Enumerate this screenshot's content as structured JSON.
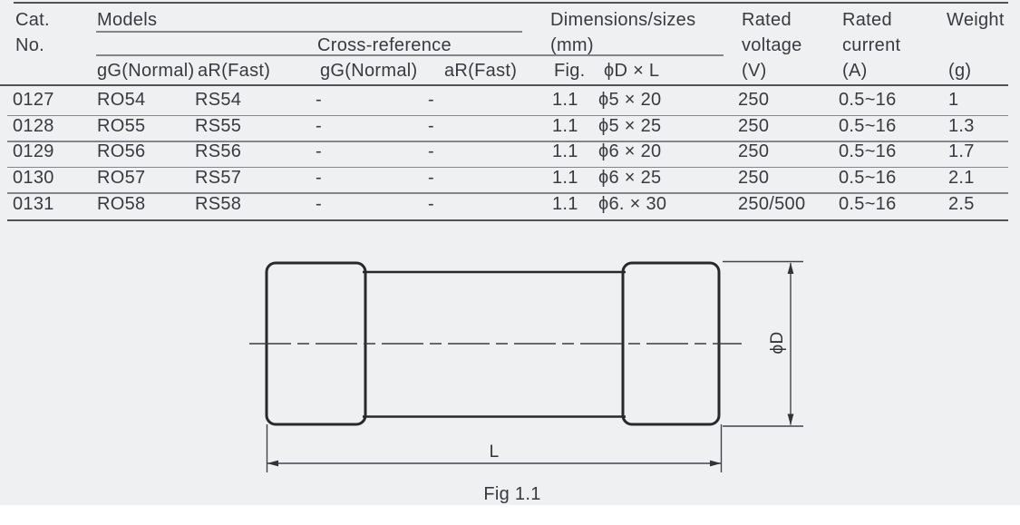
{
  "colors": {
    "background": "#eef0f1",
    "footer_strip": "#ffffff",
    "text": "#3a3a3e",
    "rule_dark": "#515156",
    "rule_light": "#85858a",
    "drawing_line": "#29292c"
  },
  "table": {
    "header": {
      "cat": "Cat.",
      "no": "No.",
      "models": "Models",
      "cross_reference": "Cross-reference",
      "dimensions": "Dimensions/sizes",
      "dimensions_unit": "(mm)",
      "rated_voltage": {
        "l1": "Rated",
        "l2": "voltage",
        "l3": "(V)"
      },
      "rated_current": {
        "l1": "Rated",
        "l2": "current",
        "l3": "(A)"
      },
      "weight": {
        "l1": "Weight",
        "l3": "(g)"
      },
      "sub": {
        "models_gg": "gG(Normal)",
        "models_ar": "aR(Fast)",
        "cross_gg": "gG(Normal)",
        "cross_ar": "aR(Fast)",
        "fig": "Fig.",
        "dxl": "ϕD × L"
      }
    },
    "rows": [
      {
        "cat": "0127",
        "model_gg": "RO54",
        "model_ar": "RS54",
        "cross_gg": "-",
        "cross_ar": "-",
        "fig": "1.1",
        "dxl": "ϕ5 × 20",
        "voltage": "250",
        "current": "0.5~16",
        "weight": "1"
      },
      {
        "cat": "0128",
        "model_gg": "RO55",
        "model_ar": "RS55",
        "cross_gg": "-",
        "cross_ar": "-",
        "fig": "1.1",
        "dxl": "ϕ5 × 25",
        "voltage": "250",
        "current": "0.5~16",
        "weight": "1.3"
      },
      {
        "cat": "0129",
        "model_gg": "RO56",
        "model_ar": "RS56",
        "cross_gg": "-",
        "cross_ar": "-",
        "fig": "1.1",
        "dxl": "ϕ6 × 20",
        "voltage": "250",
        "current": "0.5~16",
        "weight": "1.7"
      },
      {
        "cat": "0130",
        "model_gg": "RO57",
        "model_ar": "RS57",
        "cross_gg": "-",
        "cross_ar": "-",
        "fig": "1.1",
        "dxl": "ϕ6 × 25",
        "voltage": "250",
        "current": "0.5~16",
        "weight": "2.1"
      },
      {
        "cat": "0131",
        "model_gg": "RO58",
        "model_ar": "RS58",
        "cross_gg": "-",
        "cross_ar": "-",
        "fig": "1.1",
        "dxl": "ϕ6. × 30",
        "voltage": "250/500",
        "current": "0.5~16",
        "weight": "2.5"
      }
    ]
  },
  "figure": {
    "diameter_label": "ϕD",
    "length_label": "L",
    "caption": "Fig 1.1"
  }
}
